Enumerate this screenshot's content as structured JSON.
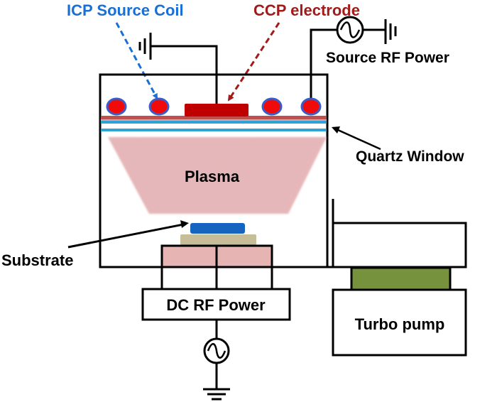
{
  "labels": {
    "icp_source_coil": "ICP Source Coil",
    "ccp_electrode": "CCP electrode",
    "source_rf_power": "Source RF Power",
    "quartz_window": "Quartz Window",
    "plasma": "Plasma",
    "substrate": "Substrate",
    "dc_rf_power": "DC RF Power",
    "turbo_pump": "Turbo pump"
  },
  "colors": {
    "icp_label": "#1a6fd6",
    "ccp_label": "#a31a1a",
    "coil_fill": "#f00a0a",
    "coil_stroke": "#3b5bc9",
    "electrode": "#c00000",
    "window_line_red": "#c0504d",
    "window_line_blue": "#2ea3d8",
    "plasma_fill": "#e4b3b5",
    "substrate_blue": "#1565c0",
    "substrate_base": "#c7bd98",
    "pedestal": "#e6b5b3",
    "valve_green": "#76923c",
    "line": "#000000"
  }
}
